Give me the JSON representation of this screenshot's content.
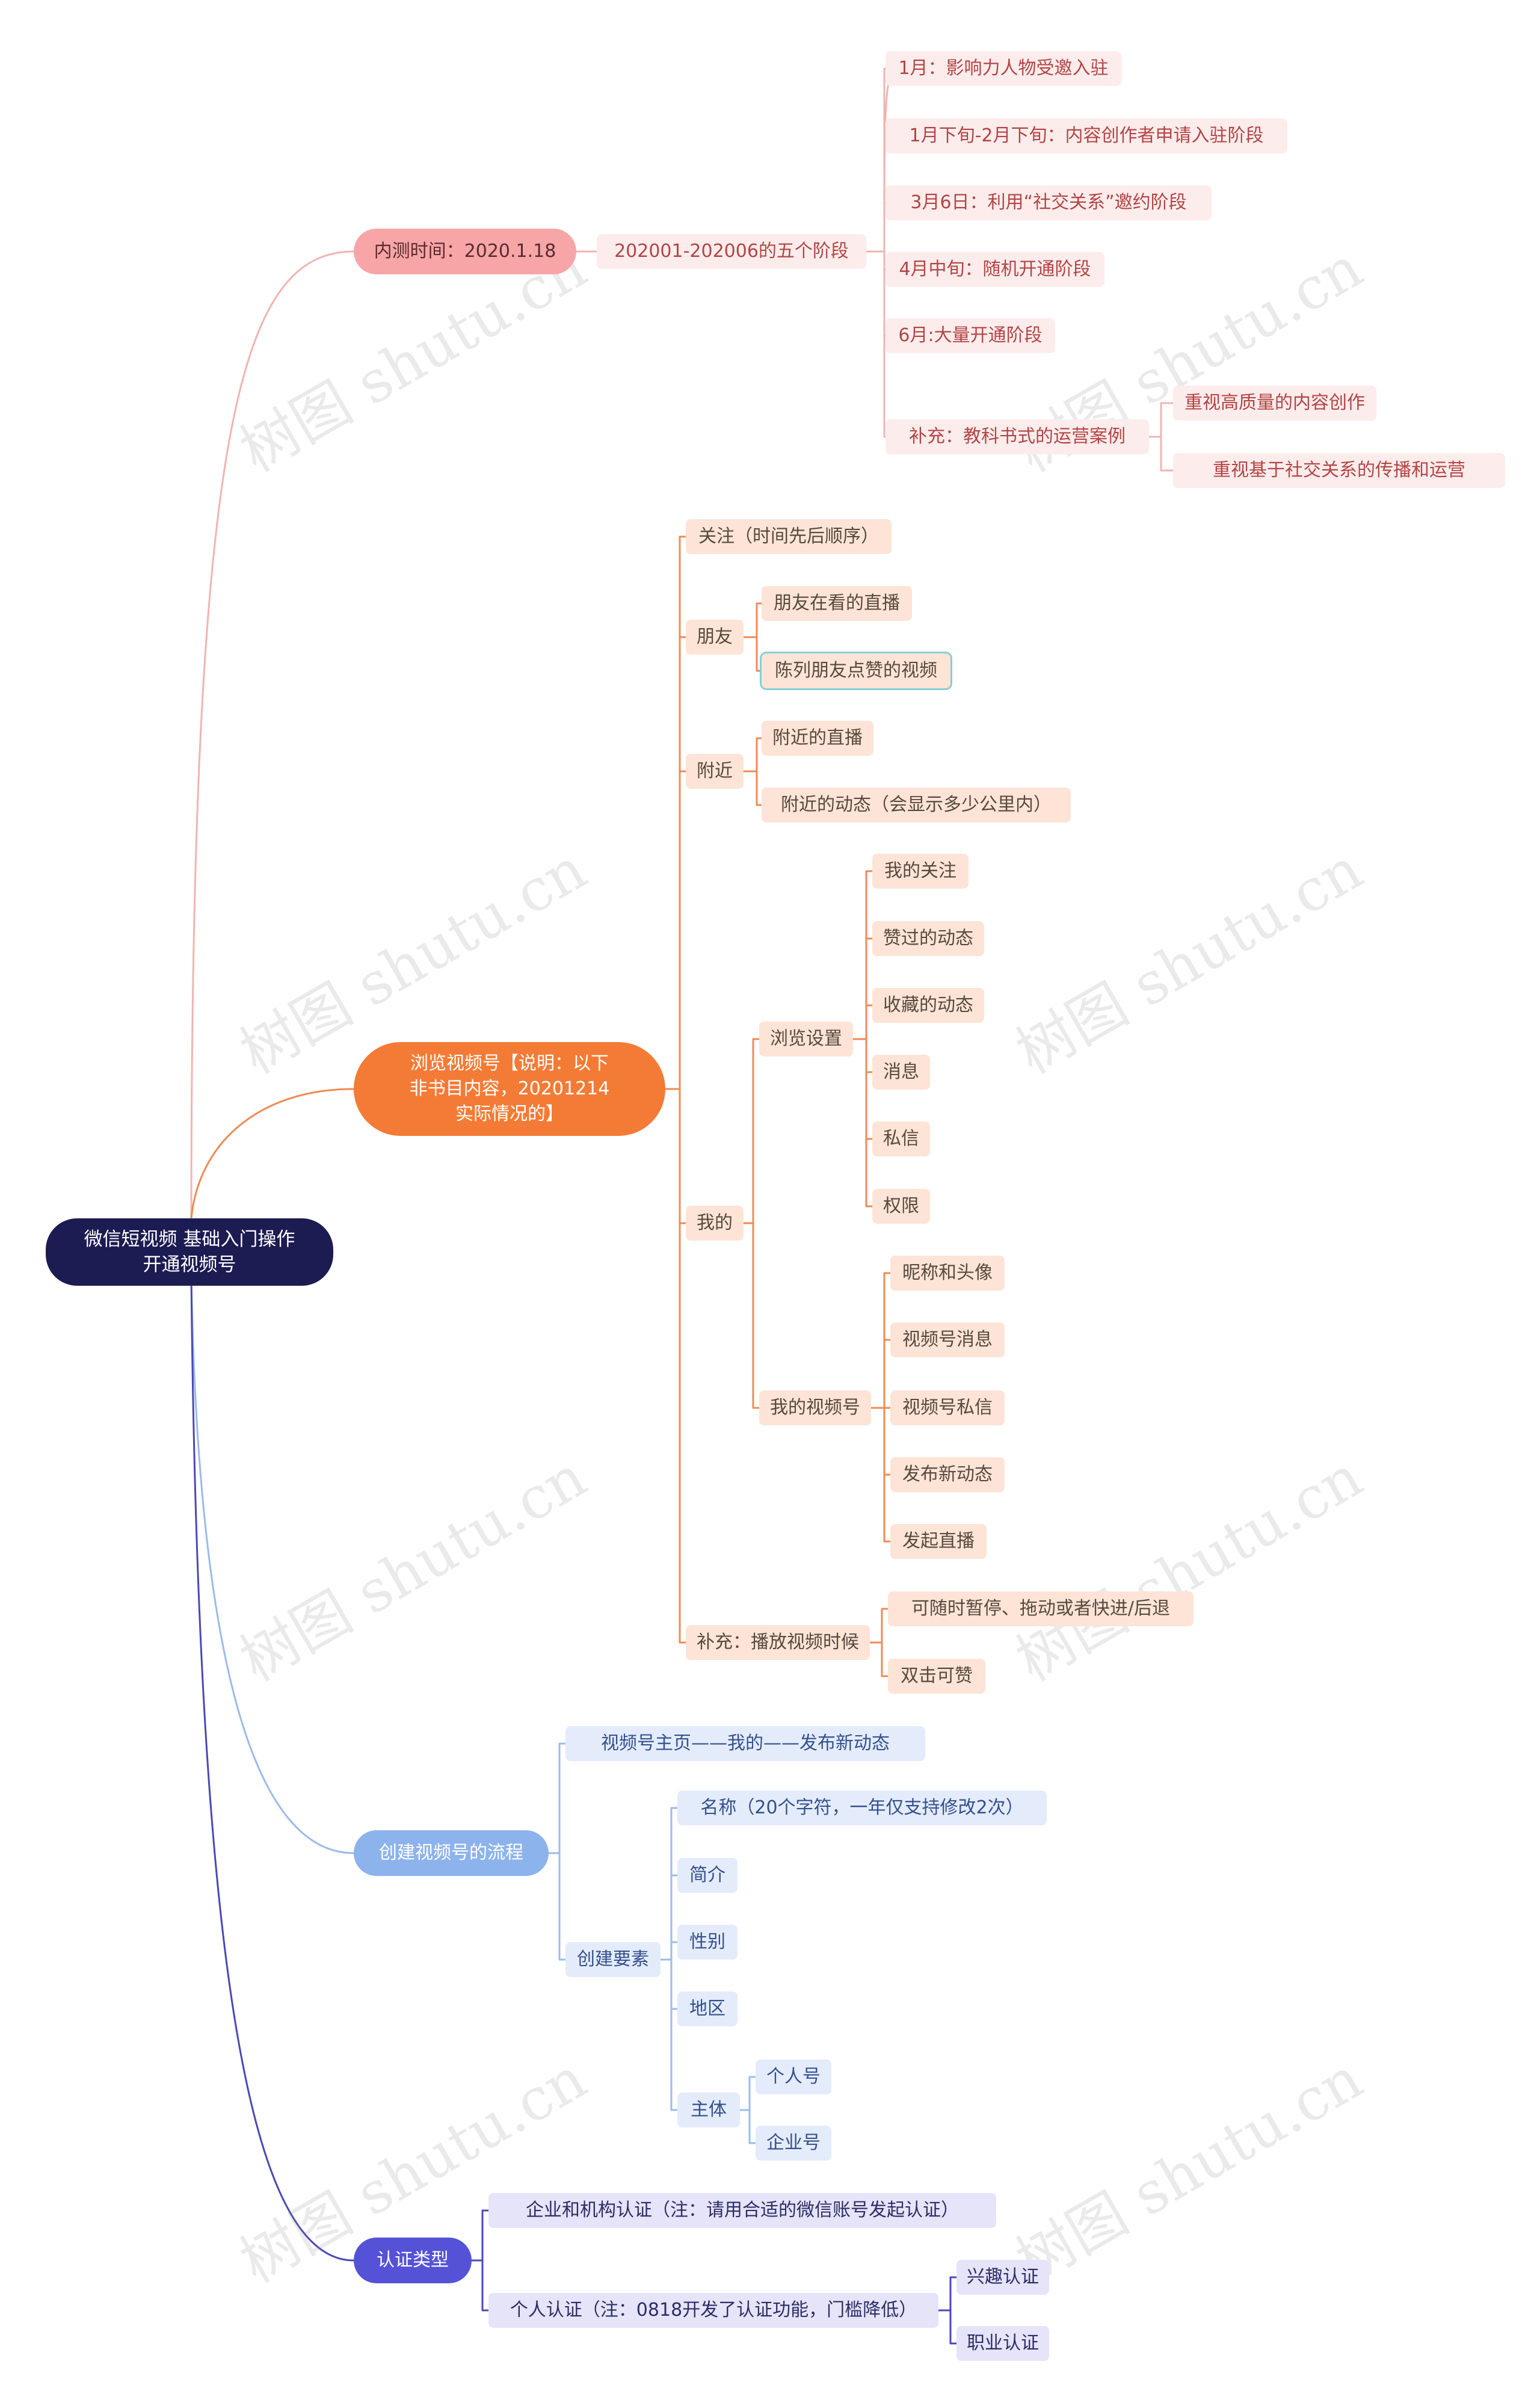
{
  "root": {
    "line1": "微信短视频 基础入门操作",
    "line2": "开通视频号"
  },
  "branch1": {
    "label": "内测时间：2020.1.18",
    "stage_title": "202001-202006的五个阶段",
    "stages": [
      "1月：影响力人物受邀入驻",
      "1月下旬-2月下旬：内容创作者申请入驻阶段",
      "3月6日：利用“社交关系”邀约阶段",
      "4月中旬：随机开通阶段",
      "6月:大量开通阶段",
      "补充：教科书式的运营案例"
    ],
    "case_items": [
      "重视高质量的内容创作",
      "重视基于社交关系的传播和运营"
    ]
  },
  "branch2": {
    "lines": [
      "浏览视频号【说明：以下",
      "非书目内容，20201214",
      "实际情况的】"
    ],
    "follow": "关注（时间先后顺序）",
    "friends": {
      "label": "朋友",
      "items": [
        "朋友在看的直播",
        "陈列朋友点赞的视频"
      ]
    },
    "nearby": {
      "label": "附近",
      "items": [
        "附近的直播",
        "附近的动态（会显示多少公里内）"
      ]
    },
    "mine": {
      "label": "我的",
      "settings": {
        "label": "浏览设置",
        "items": [
          "我的关注",
          "赞过的动态",
          "收藏的动态",
          "消息",
          "私信",
          "权限"
        ]
      },
      "channel": {
        "label": "我的视频号",
        "items": [
          "昵称和头像",
          "视频号消息",
          "视频号私信",
          "发布新动态",
          "发起直播"
        ]
      }
    },
    "extra": {
      "label": "补充：播放视频时候",
      "items": [
        "可随时暂停、拖动或者快进/后退",
        "双击可赞"
      ]
    }
  },
  "branch3": {
    "label": "创建视频号的流程",
    "path": "视频号主页——我的——发布新动态",
    "elements": {
      "label": "创建要素",
      "items": [
        "名称（20个字符，一年仅支持修改2次）",
        "简介",
        "性别",
        "地区"
      ],
      "subject": {
        "label": "主体",
        "items": [
          "个人号",
          "企业号"
        ]
      }
    }
  },
  "branch4": {
    "label": "认证类型",
    "org": "企业和机构认证（注：请用合适的微信账号发起认证）",
    "personal": "个人认证（注：0818开发了认证功能，门槛降低）",
    "personal_items": [
      "兴趣认证",
      "职业认证"
    ]
  },
  "watermark": "树图 shutu.cn",
  "colors": {
    "root": "#1c1b52",
    "pink": "#f7a5a7",
    "orange": "#f47b35",
    "blue": "#8db3ec",
    "purple": "#5552d8"
  }
}
